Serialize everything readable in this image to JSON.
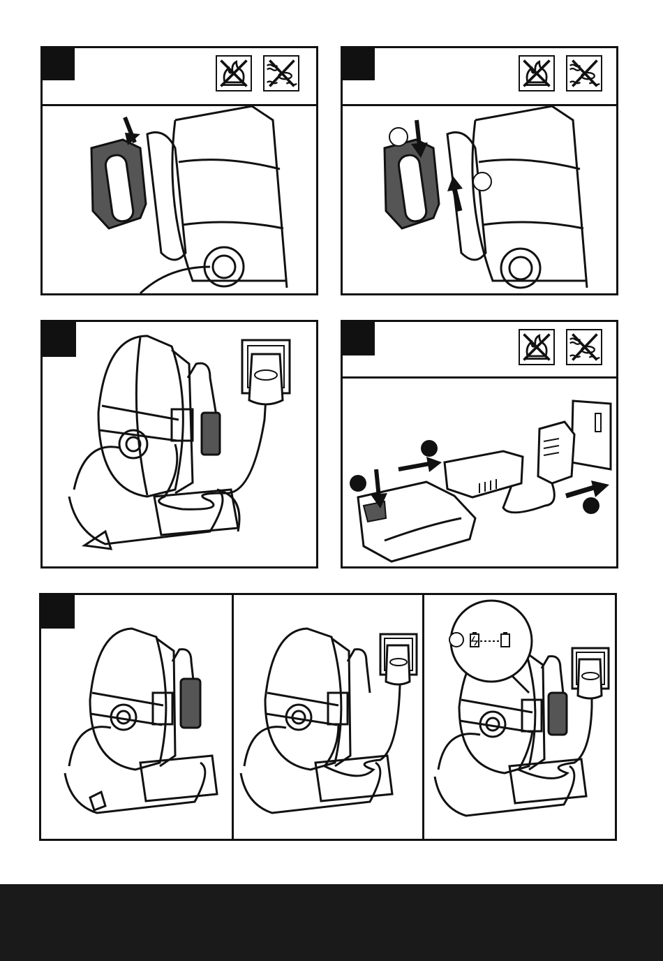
{
  "colors": {
    "ink": "#111111",
    "footer": "#1a1a1a",
    "battery_fill": "#555555",
    "paper": "#ffffff"
  },
  "icons": {
    "warning_fire": "no-fire-disposal-icon",
    "warning_water": "no-water-disposal-icon",
    "battery_charge": "battery-charging-icon",
    "battery_full": "battery-full-icon"
  },
  "panels": [
    {
      "id": "insert-battery",
      "callouts": []
    },
    {
      "id": "remove-battery",
      "callouts": [
        "",
        ""
      ]
    },
    {
      "id": "charge-in-unit",
      "callouts": []
    },
    {
      "id": "charge-separately",
      "callouts": [
        "",
        "",
        ""
      ]
    },
    {
      "id": "charge-indicator",
      "callouts": [
        ""
      ]
    }
  ]
}
